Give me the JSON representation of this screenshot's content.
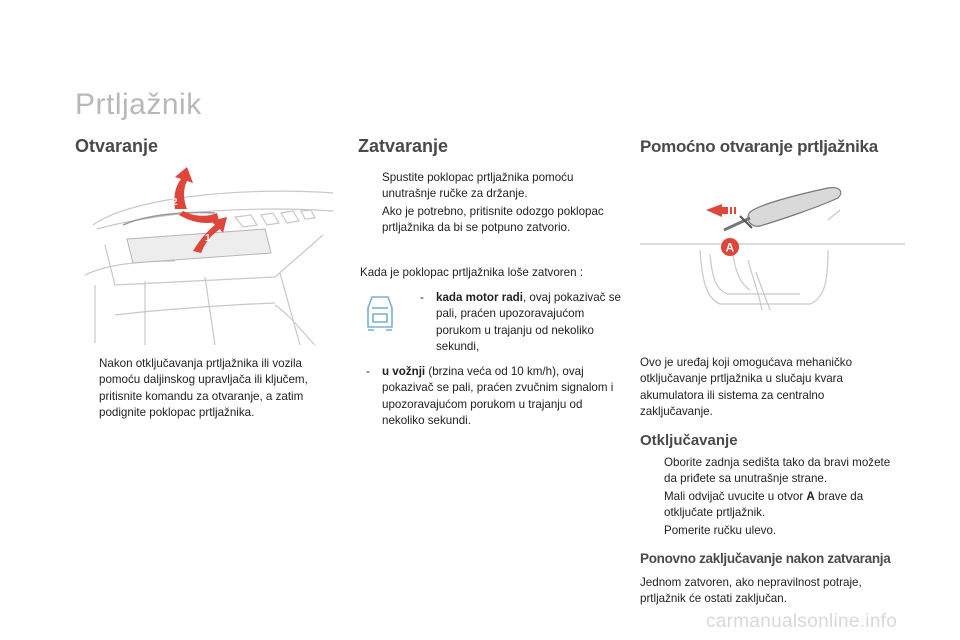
{
  "page_title": "Prtljažnik",
  "col1": {
    "heading": "Otvaranje",
    "bullet_marker": "",
    "bullet": "Nakon otključavanja prtljažnika ili vozila pomoću daljinskog upravljača ili ključem, pritisnite komandu za otvaranje, a zatim podignite poklopac prtljažnika.",
    "arrow_labels": [
      "2",
      "1"
    ]
  },
  "col2": {
    "heading": "Zatvaranje",
    "bullet_marker": "",
    "bullets": [
      "Spustite poklopac prtljažnika pomoću unutrašnje ručke za držanje.",
      "Ako je potrebno, pritisnite odozgo poklopac prtljažnika da bi se potpuno zatvorio."
    ],
    "intro": "Kada je poklopac prtljažnika loše zatvoren :",
    "dash": "-",
    "item1_bold": "kada motor radi",
    "item1_rest": ", ovaj pokazivač se pali, praćen upozoravajućom porukom u trajanju od nekoliko sekundi,",
    "item2_bold": "u vožnji",
    "item2_rest": " (brzina veća od 10 km/h), ovaj pokazivač se pali, praćen zvučnim signalom i upozoravajućom porukom u trajanju od nekoliko sekundi."
  },
  "col3": {
    "heading": "Pomoćno otvaranje prtljažnika",
    "diagram_label": "A",
    "description": "Ovo je uređaj koji omogućava mehaničko otključavanje prtljažnika u slučaju kvara akumulatora ili sistema za centralno zaključavanje.",
    "subheading": "Otključavanje",
    "bullet_marker": "",
    "bullet1": "Oborite zadnja sedišta tako da bravi možete da priđete sa unutrašnje strane.",
    "bullet2_pre": "Mali odvijač uvucite u otvor ",
    "bullet2_bold": "A",
    "bullet2_post": " brave da otključate prtljažnik.",
    "bullet3": "Pomerite ručku ulevo.",
    "subheading2": "Ponovno zaključavanje nakon zatvaranja",
    "final": "Jednom zatvoren, ako nepravilnost potraje, prtljažnik će ostati zaključan."
  },
  "watermark": "carmanualsonline.info",
  "colors": {
    "accent_red": "#e0453a",
    "title_grey": "#b8b8b8",
    "icon_blue": "#7aaed6"
  }
}
